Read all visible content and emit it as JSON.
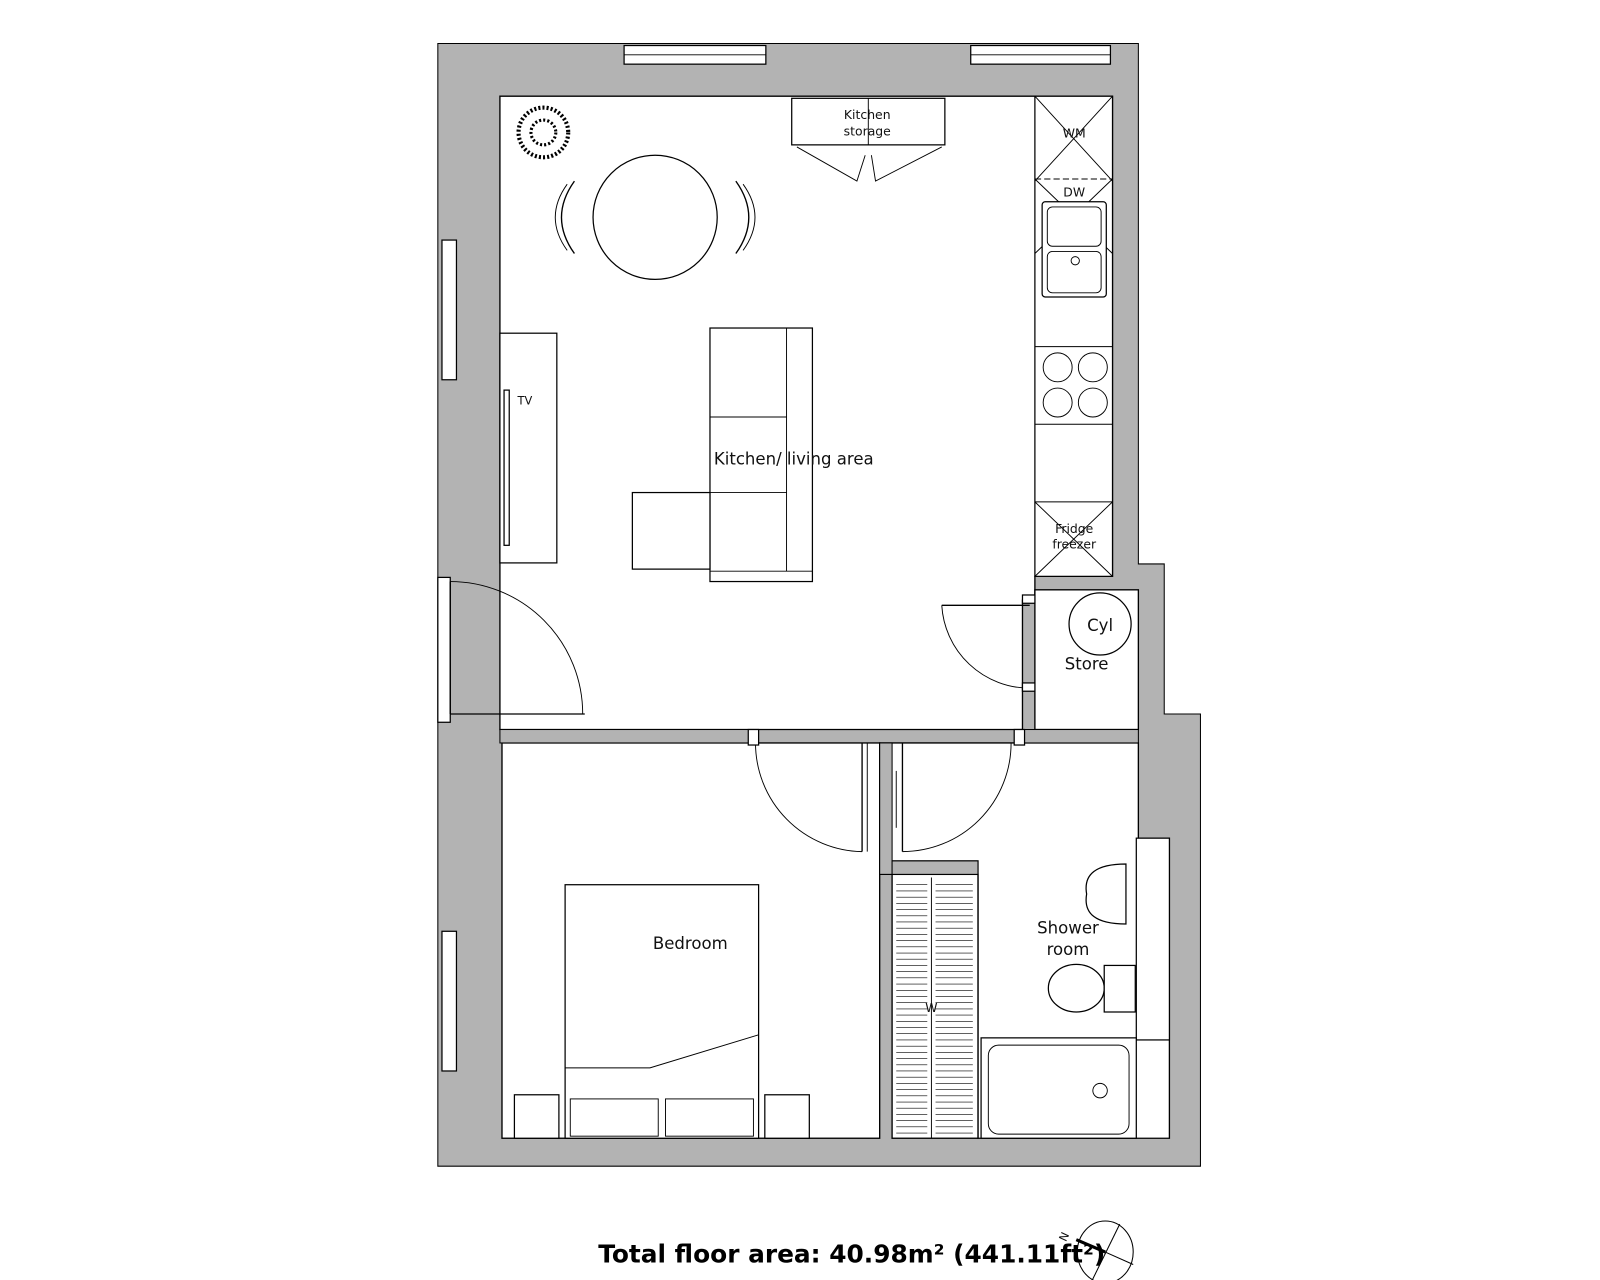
{
  "plan": {
    "rooms": {
      "living": "Kitchen/ living area",
      "bedroom": "Bedroom",
      "shower_line1": "Shower",
      "shower_line2": "room",
      "store": "Store"
    },
    "fixtures": {
      "kitchen_storage_line1": "Kitchen",
      "kitchen_storage_line2": "storage",
      "washing_machine": "WM",
      "dishwasher": "DW",
      "tv": "TV",
      "fridge_line1": "Fridge",
      "fridge_line2": "freezer",
      "cylinder": "Cyl",
      "wardrobe": "W"
    },
    "wall_color": "#b3b3b3"
  },
  "footer": {
    "total_area": "Total floor area: 40.98m² (441.11ft²)",
    "compass_label": "N",
    "compass_icon": "north-arrow-icon"
  }
}
